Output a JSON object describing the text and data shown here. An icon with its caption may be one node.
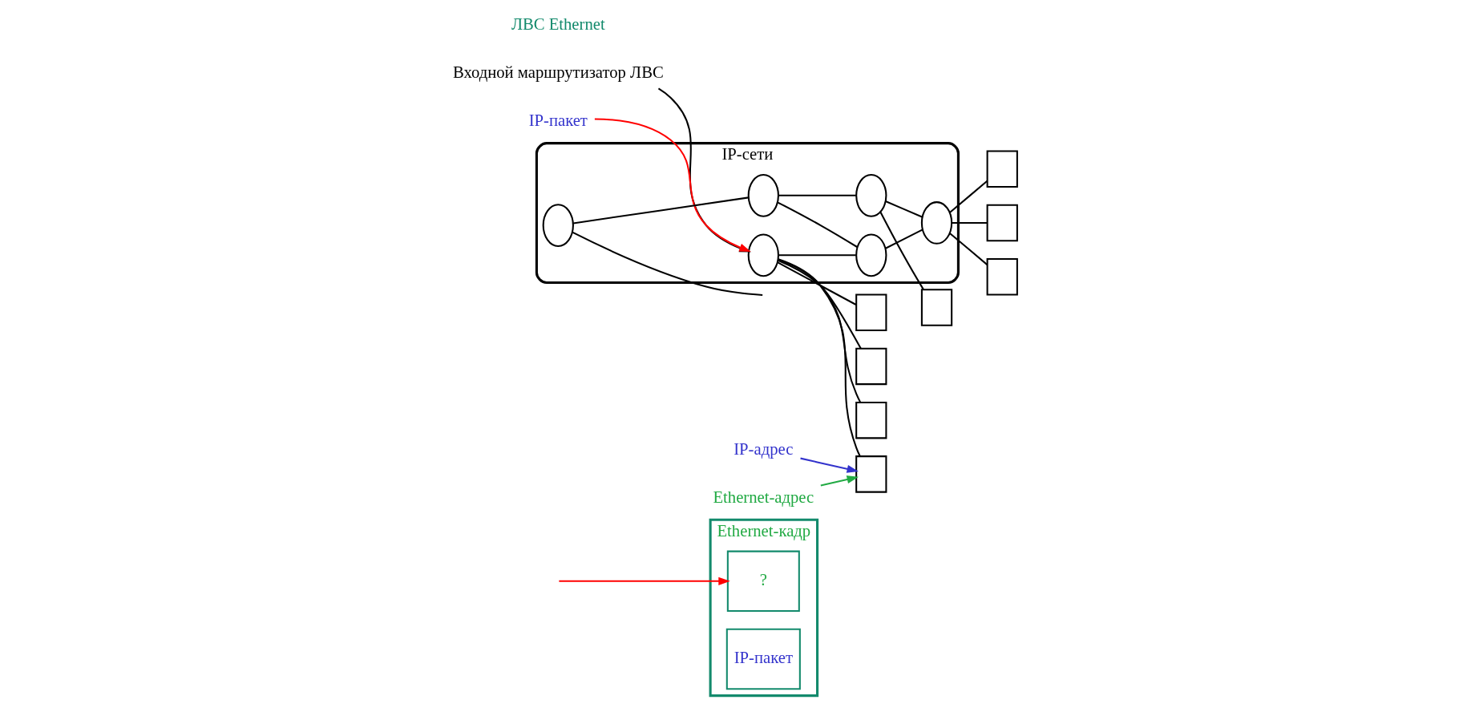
{
  "diagram": {
    "nodes": [
      {
        "text": [
          "Ethernet-кадр"
        ]
      },
      {
        "text": [
          "?"
        ],
        "in": 0
      },
      {
        "text": [
          "IP-пакет"
        ],
        "in": 0
      },
      {
        "text": [
          "Входной маршрутизатор ЛВС"
        ]
      },
      {
        "text": [
          "IP-пакет"
        ]
      },
      {
        "text": [
          "IP-сети"
        ]
      },
      {
        "text": [],
        "shape": "circle",
        "in": 5
      },
      {
        "text": [],
        "shape": "circle",
        "in": 5
      },
      {
        "text": [],
        "shape": "circle",
        "in": 5
      },
      {
        "text": [],
        "shape": "circle",
        "in": 5
      },
      {
        "text": [],
        "shape": "circle",
        "in": 5
      },
      {
        "text": [],
        "shape": "circle",
        "in": 5
      },
      {
        "text": [],
        "shape": "box"
      },
      {
        "text": [],
        "shape": "box"
      },
      {
        "text": [],
        "shape": "box"
      },
      {
        "text": [],
        "shape": "box"
      },
      {
        "text": [
          "IP-адрес"
        ]
      },
      {
        "text": [
          "Ethernet-адрес"
        ]
      },
      {
        "text": [],
        "shape": "box"
      },
      {
        "text": [],
        "shape": "box"
      },
      {
        "text": [],
        "shape": "box"
      },
      {
        "text": [],
        "shape": "box"
      }
    ],
    "edges": [
      {
        "from": null,
        "to": 1,
        "arrow": "to",
        "color": "#ff0000"
      },
      {
        "from": 4,
        "to": 7,
        "arrow": "to",
        "color": "#ff0000"
      },
      {
        "from": 3,
        "to": 7,
        "arrow": "to"
      },
      {
        "from": 6,
        "to": 8,
        "arrow": "none"
      },
      {
        "from": 7,
        "to": 9,
        "arrow": "none"
      },
      {
        "from": 8,
        "to": 9,
        "arrow": "none"
      },
      {
        "from": 8,
        "to": 10,
        "arrow": "none"
      },
      {
        "from": 9,
        "to": 11,
        "arrow": "none"
      },
      {
        "from": 10,
        "to": 11,
        "arrow": "none"
      },
      {
        "from": 6,
        "to": null,
        "arrow": "none"
      },
      {
        "from": 7,
        "to": 12,
        "arrow": "none"
      },
      {
        "from": 7,
        "to": 13,
        "arrow": "none"
      },
      {
        "from": 7,
        "to": 14,
        "arrow": "none"
      },
      {
        "from": 7,
        "to": 15,
        "arrow": "none"
      },
      {
        "from": 16,
        "to": 15,
        "arrow": "to",
        "color": "#3333cc"
      },
      {
        "from": 17,
        "to": 15,
        "arrow": "to",
        "color": "#22aa44"
      },
      {
        "from": 10,
        "to": 18,
        "arrow": "none"
      },
      {
        "from": 11,
        "to": 19,
        "arrow": "none"
      },
      {
        "from": 11,
        "to": 20,
        "arrow": "none"
      },
      {
        "from": 11,
        "to": 21,
        "arrow": "none"
      }
    ],
    "labels": [
      "ЛВС Ethernet"
    ]
  }
}
